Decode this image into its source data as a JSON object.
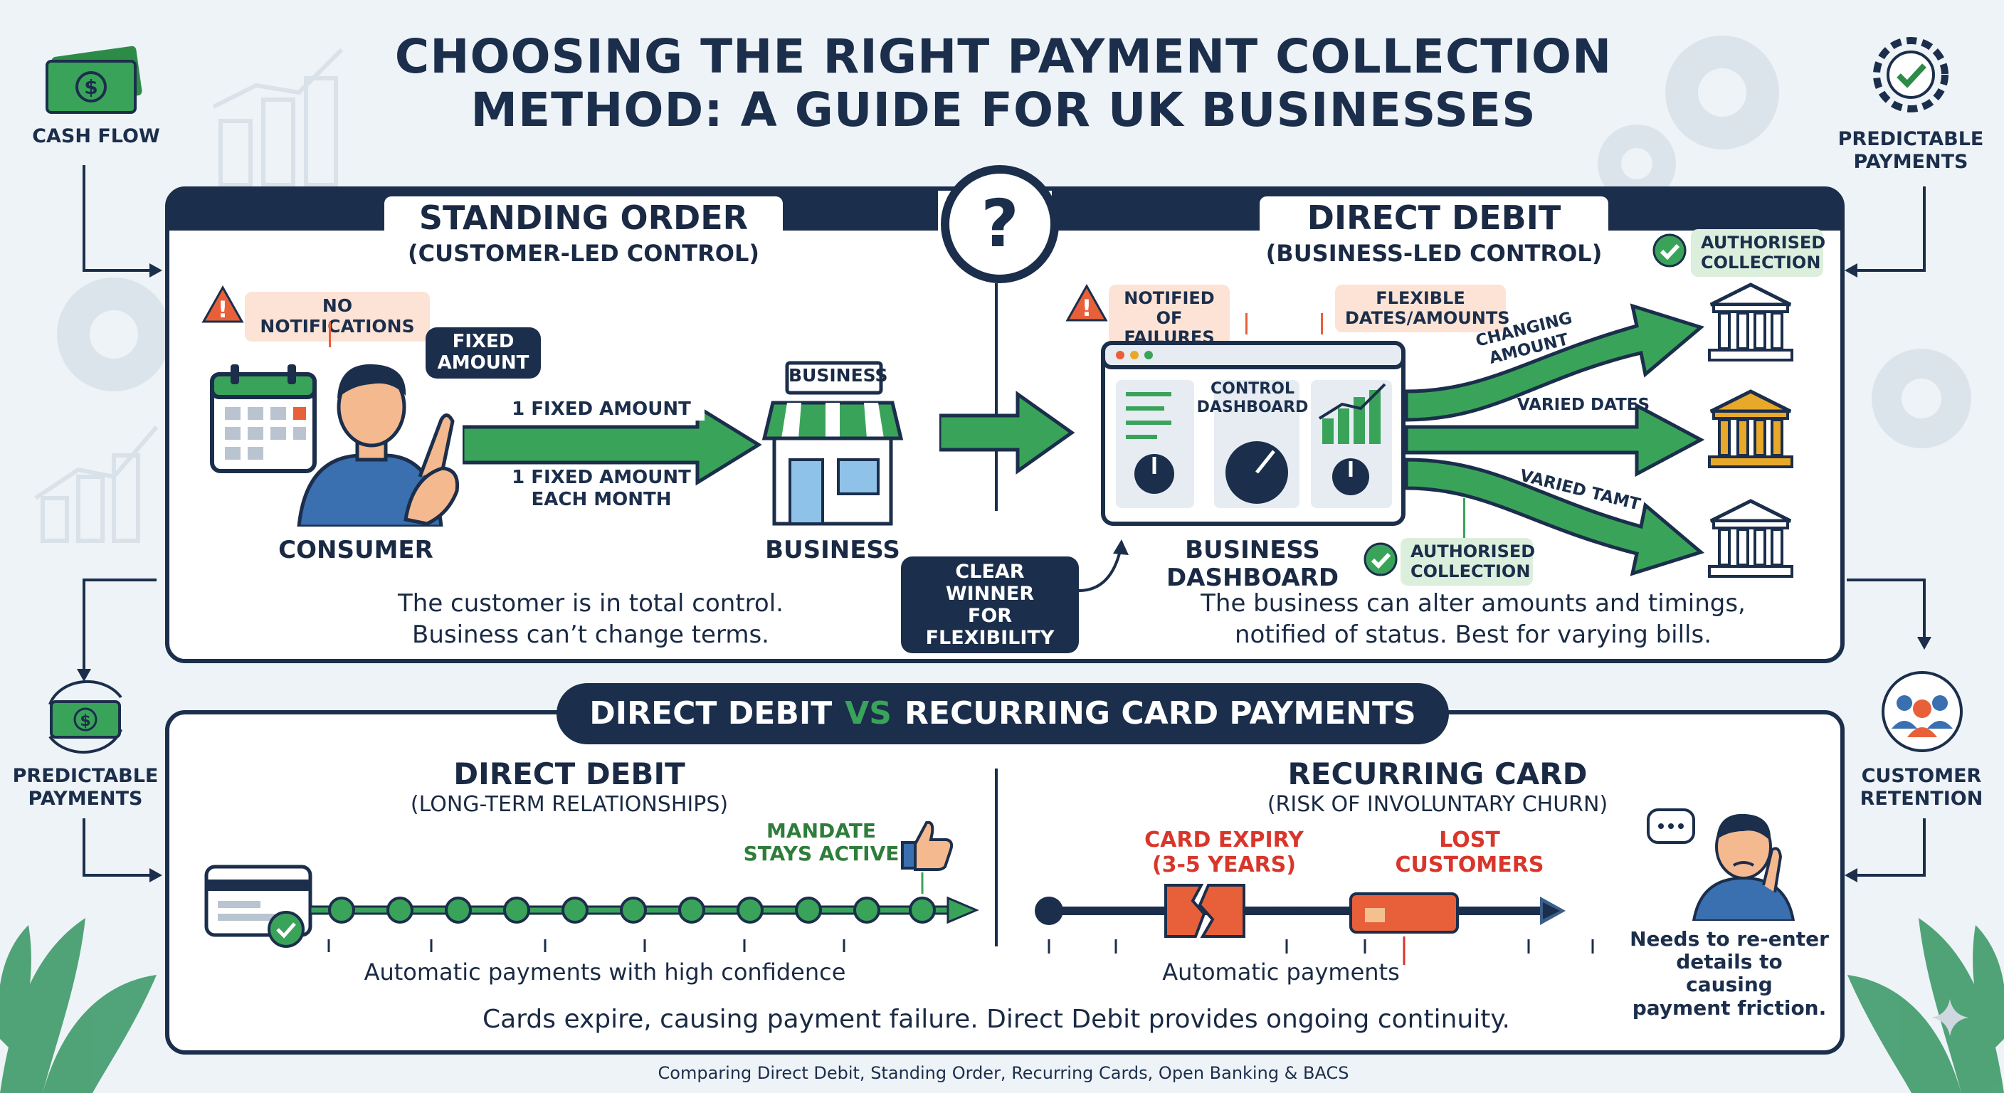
{
  "title": {
    "line1": "CHOOSING THE RIGHT PAYMENT COLLECTION",
    "line2": "METHOD: A GUIDE FOR UK BUSINESSES"
  },
  "side": {
    "cash_flow": "CASH FLOW",
    "predictable_top": "PREDICTABLE\nPAYMENTS",
    "predictable_left": "PREDICTABLE\nPAYMENTS",
    "customer_retention": "CUSTOMER\nRETENTION"
  },
  "standing_order": {
    "heading": "STANDING ORDER",
    "subheading": "(CUSTOMER-LED CONTROL)",
    "no_notifications": "NO NOTIFICATIONS",
    "fixed_amount_bubble": "FIXED\nAMOUNT",
    "arrow_top": "1 FIXED AMOUNT",
    "arrow_bottom": "1 FIXED AMOUNT\nEACH MONTH",
    "consumer": "CONSUMER",
    "business_sign": "BUSINESS",
    "business": "BUSINESS",
    "summary": "The customer is in total control.\nBusiness can’t change terms."
  },
  "center": {
    "question": "?",
    "clear_winner": "CLEAR WINNER\nFOR FLEXIBILITY"
  },
  "direct_debit": {
    "heading": "DIRECT DEBIT",
    "subheading": "(BUSINESS-LED CONTROL)",
    "notified": "NOTIFIED OF\nFAILURES",
    "flexible": "FLEXIBLE\nDATES/AMOUNTS",
    "authorised_top": "AUTHORISED\nCOLLECTION",
    "authorised_bottom": "AUTHORISED\nCOLLECTION",
    "dashboard_title": "CONTROL\nDASHBOARD",
    "dashboard_label": "BUSINESS\nDASHBOARD",
    "arrow_1": "CHANGING AMOUNT",
    "arrow_2": "VARIED DATES",
    "arrow_3": "VARIED TAMT",
    "summary": "The business can alter amounts and timings,\nnotified of status. Best for varying bills."
  },
  "comparison": {
    "header_left": "DIRECT DEBIT",
    "header_vs": "VS",
    "header_right": "RECURRING CARD PAYMENTS",
    "dd_heading": "DIRECT DEBIT",
    "dd_sub": "(LONG-TERM RELATIONSHIPS)",
    "mandate": "MANDATE\nSTAYS ACTIVE",
    "dd_caption": "Automatic payments with high confidence",
    "rc_heading": "RECURRING CARD",
    "rc_sub": "(RISK OF INVOLUNTARY CHURN)",
    "card_expiry": "CARD EXPIRY\n(3-5 YEARS)",
    "lost_customers": "LOST\nCUSTOMERS",
    "rc_caption": "Automatic payments",
    "re_enter": "Needs to re-enter\ndetails to causing\npayment friction.",
    "summary": "Cards expire, causing payment failure. Direct Debit provides ongoing continuity."
  },
  "footer": "Comparing Direct Debit, Standing Order, Recurring Cards, Open Banking & BACS",
  "colors": {
    "navy": "#1b2e4b",
    "green": "#2e8b47",
    "orange_red": "#d9362b",
    "gold": "#e8a92a"
  },
  "icons": [
    "cash-icon",
    "gear-check-icon",
    "calendar-icon",
    "consumer-icon",
    "shop-icon",
    "dashboard-icon",
    "bank-icon",
    "card-icon",
    "thumbs-up-icon",
    "people-icon",
    "worried-person-icon",
    "warning-icon",
    "check-icon"
  ]
}
